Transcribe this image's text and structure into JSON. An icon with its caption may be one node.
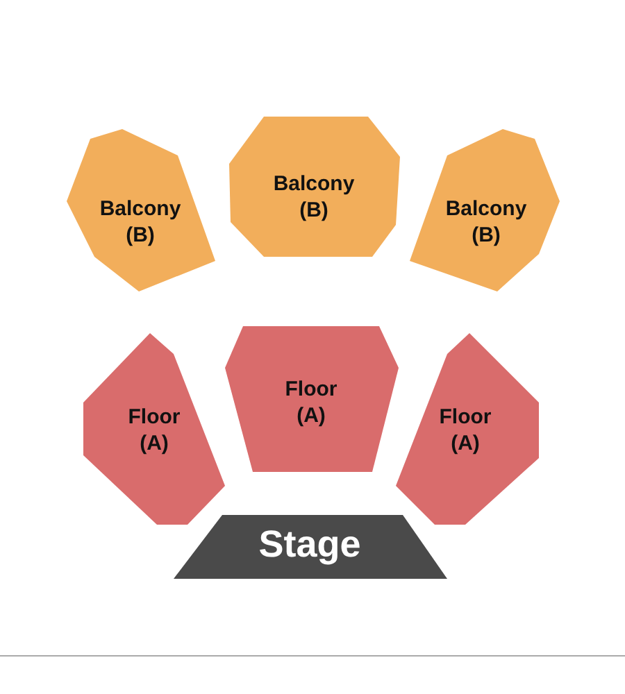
{
  "diagram": {
    "nodes": [
      {
        "text": [
          "Balcony (B)"
        ]
      },
      {
        "text": [
          "Balcony (B)"
        ]
      },
      {
        "text": [
          "Balcony (B)"
        ]
      },
      {
        "text": [
          "Floor (A)"
        ]
      },
      {
        "text": [
          "Floor (A)"
        ]
      },
      {
        "text": [
          "Floor (A)"
        ]
      },
      {
        "text": [
          "Stage"
        ]
      }
    ]
  }
}
